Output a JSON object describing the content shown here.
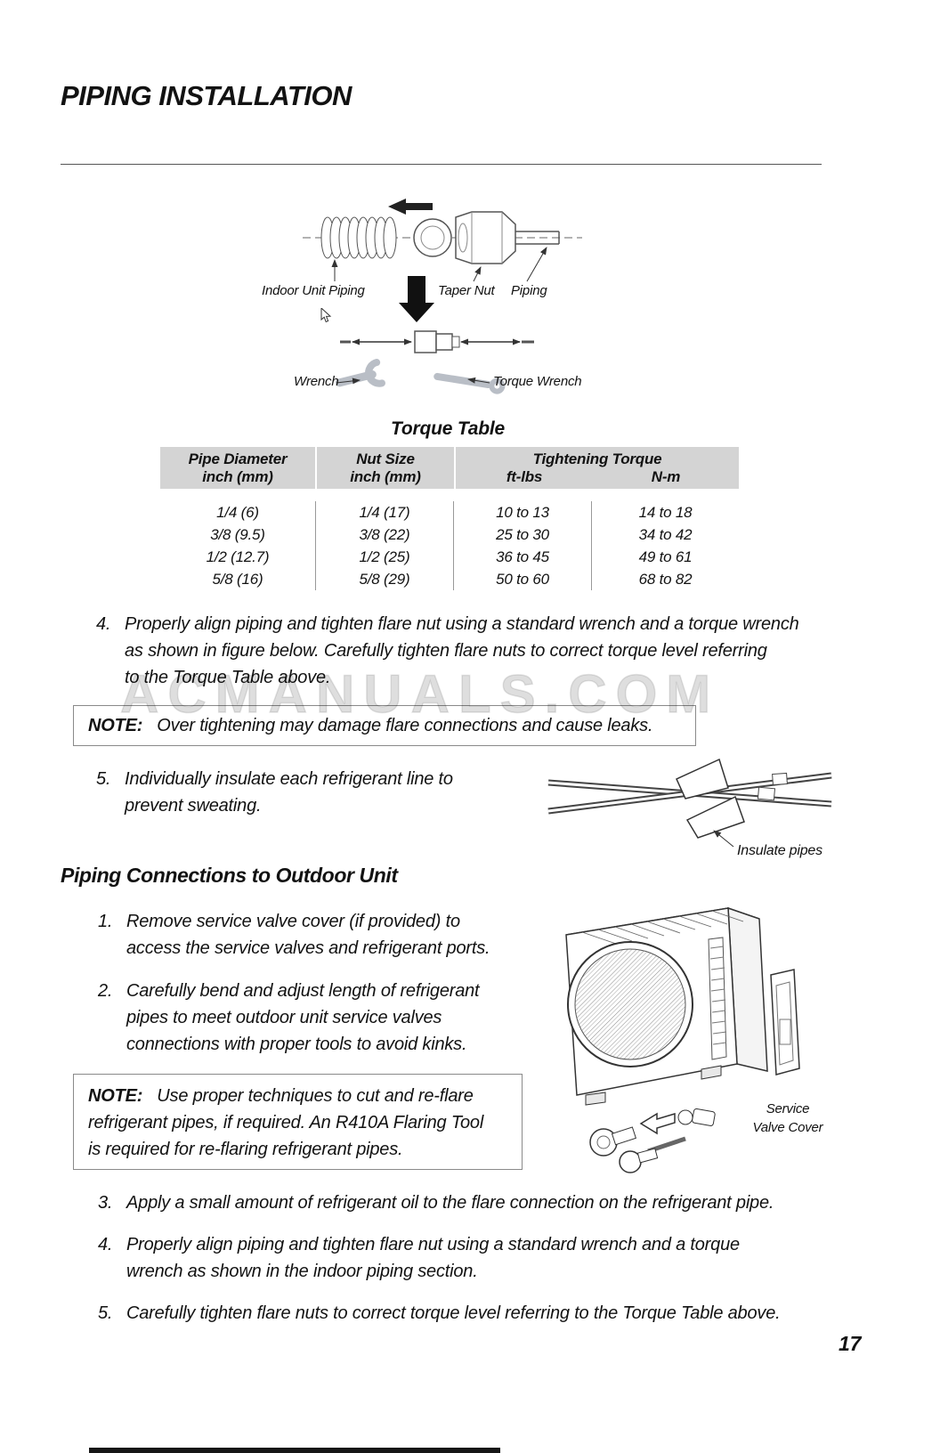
{
  "page": {
    "title": "PIPING INSTALLATION",
    "page_number": "17"
  },
  "watermark": "ACMANUALS.COM",
  "indoor_diagram": {
    "labels": {
      "indoor_unit_piping": "Indoor Unit Piping",
      "taper_nut": "Taper Nut",
      "piping": "Piping",
      "wrench": "Wrench",
      "torque_wrench": "Torque Wrench"
    }
  },
  "torque_table": {
    "title": "Torque Table",
    "col1_header": [
      "Pipe Diameter",
      "inch (mm)"
    ],
    "col2_header": [
      "Nut Size",
      "inch (mm)"
    ],
    "torque_header": "Tightening Torque",
    "unit1": "ft-lbs",
    "unit2": "N-m",
    "rows": [
      [
        "1/4 (6)",
        "1/4 (17)",
        "10 to 13",
        "14 to 18"
      ],
      [
        "3/8 (9.5)",
        "3/8 (22)",
        "25 to 30",
        "34 to 42"
      ],
      [
        "1/2 (12.7)",
        "1/2 (25)",
        "36 to 45",
        "49 to 61"
      ],
      [
        "5/8 (16)",
        "5/8 (29)",
        "50 to 60",
        "68 to 82"
      ]
    ]
  },
  "indoor_steps": {
    "step4": {
      "num": "4.",
      "lines": [
        "Properly align piping and tighten flare nut using a standard wrench and a torque wrench",
        "as shown in figure below. Carefully tighten flare nuts to correct torque level referring",
        "to the Torque Table above."
      ]
    },
    "step5": {
      "num": "5.",
      "lines": [
        "Individually insulate each refrigerant line to",
        "prevent sweating."
      ]
    }
  },
  "note1": {
    "label": "NOTE:",
    "text": "Over tightening may damage flare connections and cause leaks."
  },
  "insulate_label": "Insulate pipes",
  "outdoor": {
    "heading": "Piping Connections to Outdoor Unit",
    "step1": {
      "num": "1.",
      "lines": [
        "Remove service valve cover (if provided) to",
        "access the service valves and refrigerant ports."
      ]
    },
    "step2": {
      "num": "2.",
      "lines": [
        "Carefully bend and adjust length of refrigerant",
        "pipes to meet outdoor unit service valves",
        "connections with proper tools to avoid kinks."
      ]
    },
    "step3": {
      "num": "3.",
      "lines": [
        "Apply a small amount of refrigerant oil to the flare connection on the refrigerant pipe."
      ]
    },
    "step4": {
      "num": "4.",
      "lines": [
        "Properly align piping and tighten flare nut using a standard wrench and a torque",
        "wrench as shown in the indoor piping section."
      ]
    },
    "step5": {
      "num": "5.",
      "lines": [
        "Carefully tighten flare nuts to correct torque level referring to the Torque Table above."
      ]
    },
    "service_valve_label": [
      "Service",
      "Valve Cover"
    ]
  },
  "note2": {
    "label": "NOTE:",
    "line1": "Use proper techniques to cut and re-flare",
    "line2": "refrigerant pipes, if required. An R410A Flaring Tool",
    "line3": "is required for re-flaring refrigerant pipes."
  }
}
